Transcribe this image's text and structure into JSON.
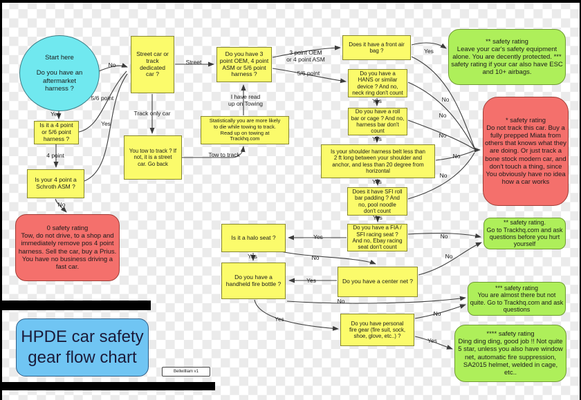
{
  "title": "HPDE car safety\ngear flow chart",
  "version": "Bellwilliam  v1",
  "colors": {
    "decision_fill": "#fbfb6b",
    "start_fill": "#70e8ef",
    "fail_fill": "#f4706c",
    "pass_fill": "#aeef5a",
    "title_fill": "#70c5f3",
    "edge_stroke": "#3c3c3c"
  },
  "nodes": {
    "start": "Start here\n\nDo you have an\naftermarket\nharness ?",
    "four_point": "Is it a 4 point\nor 5/6 point\nharness ?",
    "schroth": "Is your 4 point a\nSchroth ASM ?",
    "rating_zero": "0 safety rating\nTow, do not drive, to a shop and immediately remove pos 4 point harness.  Sell the car, buy a Prius.  You have no business driving a fast car.",
    "street_or_track": "Street car or\ntrack\ndedicated\ncar ?",
    "tow_question": "You tow to track ? If\nnot, it is a street\ncar. Go back",
    "three_point": "Do you have 3\npoint OEM, 4 point\nASM or 5/6 point\nharness ?",
    "statistically": "Statistically you are more likely\nto die while towing to track.\nRead up on towing at\nTrackhq.com",
    "front_airbag": "Does it have a front air\nbag ?",
    "hans": "Do you have a\nHANS or similar\ndevice ? And no,\nneck ring don't count",
    "roll_bar": "Do you have a roll\nbar or cage ? And no,\nharness bar don't\ncount",
    "shoulder_belt": "Is your shoulder harness belt less than\n2 ft long between your shoulder and\nanchor, and less than 20 degree from\nhorizontal",
    "sfi_padding": "Does it have SFI roll\nbar padding ? And\nno, pool noodle\ndon't count",
    "fia_seat": "Do you have a FIA /\nSFI racing seat ?\nAnd no, Ebay racing\nseat don't count",
    "halo_seat": "Is it a halo seat ?",
    "center_net": "Do you have a center net ?",
    "fire_bottle": "Do you have a\nhandheld fire bottle ?",
    "fire_gear": "Do you have personal\nfire gear (fire suit, sock,\nshoe, glove, etc..) ?",
    "rating_two_leave": "** safety rating\nLeave your car's safety equipment alone. You are decently protected. *** safety rating if your car also have ESC and 10+ airbags.",
    "rating_one": "* safety rating\nDo not track this car.  Buy a fully prepped Miata from others that knows what they are doing.  Or just track a bone stock modern car, and don't touch a thing, since You obviously have no idea how a car works",
    "rating_two_ask": "** safety rating.\nGo to Trackhq.com and ask questions before you hurt yourself",
    "rating_three": "*** safety rating\nYou are almost there but not quite. Go to Trackhq.com and ask questions",
    "rating_four": "**** safety rating\nDing ding ding, good job !! Not quite 5 star, unless you also have window net, automatic fire suppression, SA2015 helmet, welded in cage, etc.."
  },
  "edge_labels": {
    "no_to_street": "No",
    "yes_to_four_point": "Yes",
    "five_six_point_left": "5/6 point",
    "yes_schroth_to_street": "Yes",
    "four_point_lbl": "4 point",
    "no_schroth": "No",
    "street_lbl": "Street",
    "track_only_car": "Track only car",
    "i_have_read": "I have read\nup on Towing",
    "tow_to_track_lbl": "Tow to track",
    "oem_asm": "3 point OEM\nor 4 point ASM",
    "five_six_point_mid": "5/6 point",
    "yes_airbag": "Yes",
    "no_airbag": "No",
    "yes_hans": "Yes",
    "no_hans": "No",
    "yes_rollbar": "Yes",
    "no_rollbar": "No",
    "yes_shoulder": "Yes",
    "no_shoulder": "No",
    "yes_sfi": "Yes",
    "no_sfi": "No",
    "yes_fia": "Yes",
    "no_fia": "No",
    "yes_halo": "Yes",
    "no_halo": "No",
    "yes_centernet": "Yes",
    "no_centernet": "No",
    "no_firebottle": "No",
    "yes_firebottle": "Yes",
    "no_firegear": "No",
    "yes_firegear": "Yes"
  }
}
